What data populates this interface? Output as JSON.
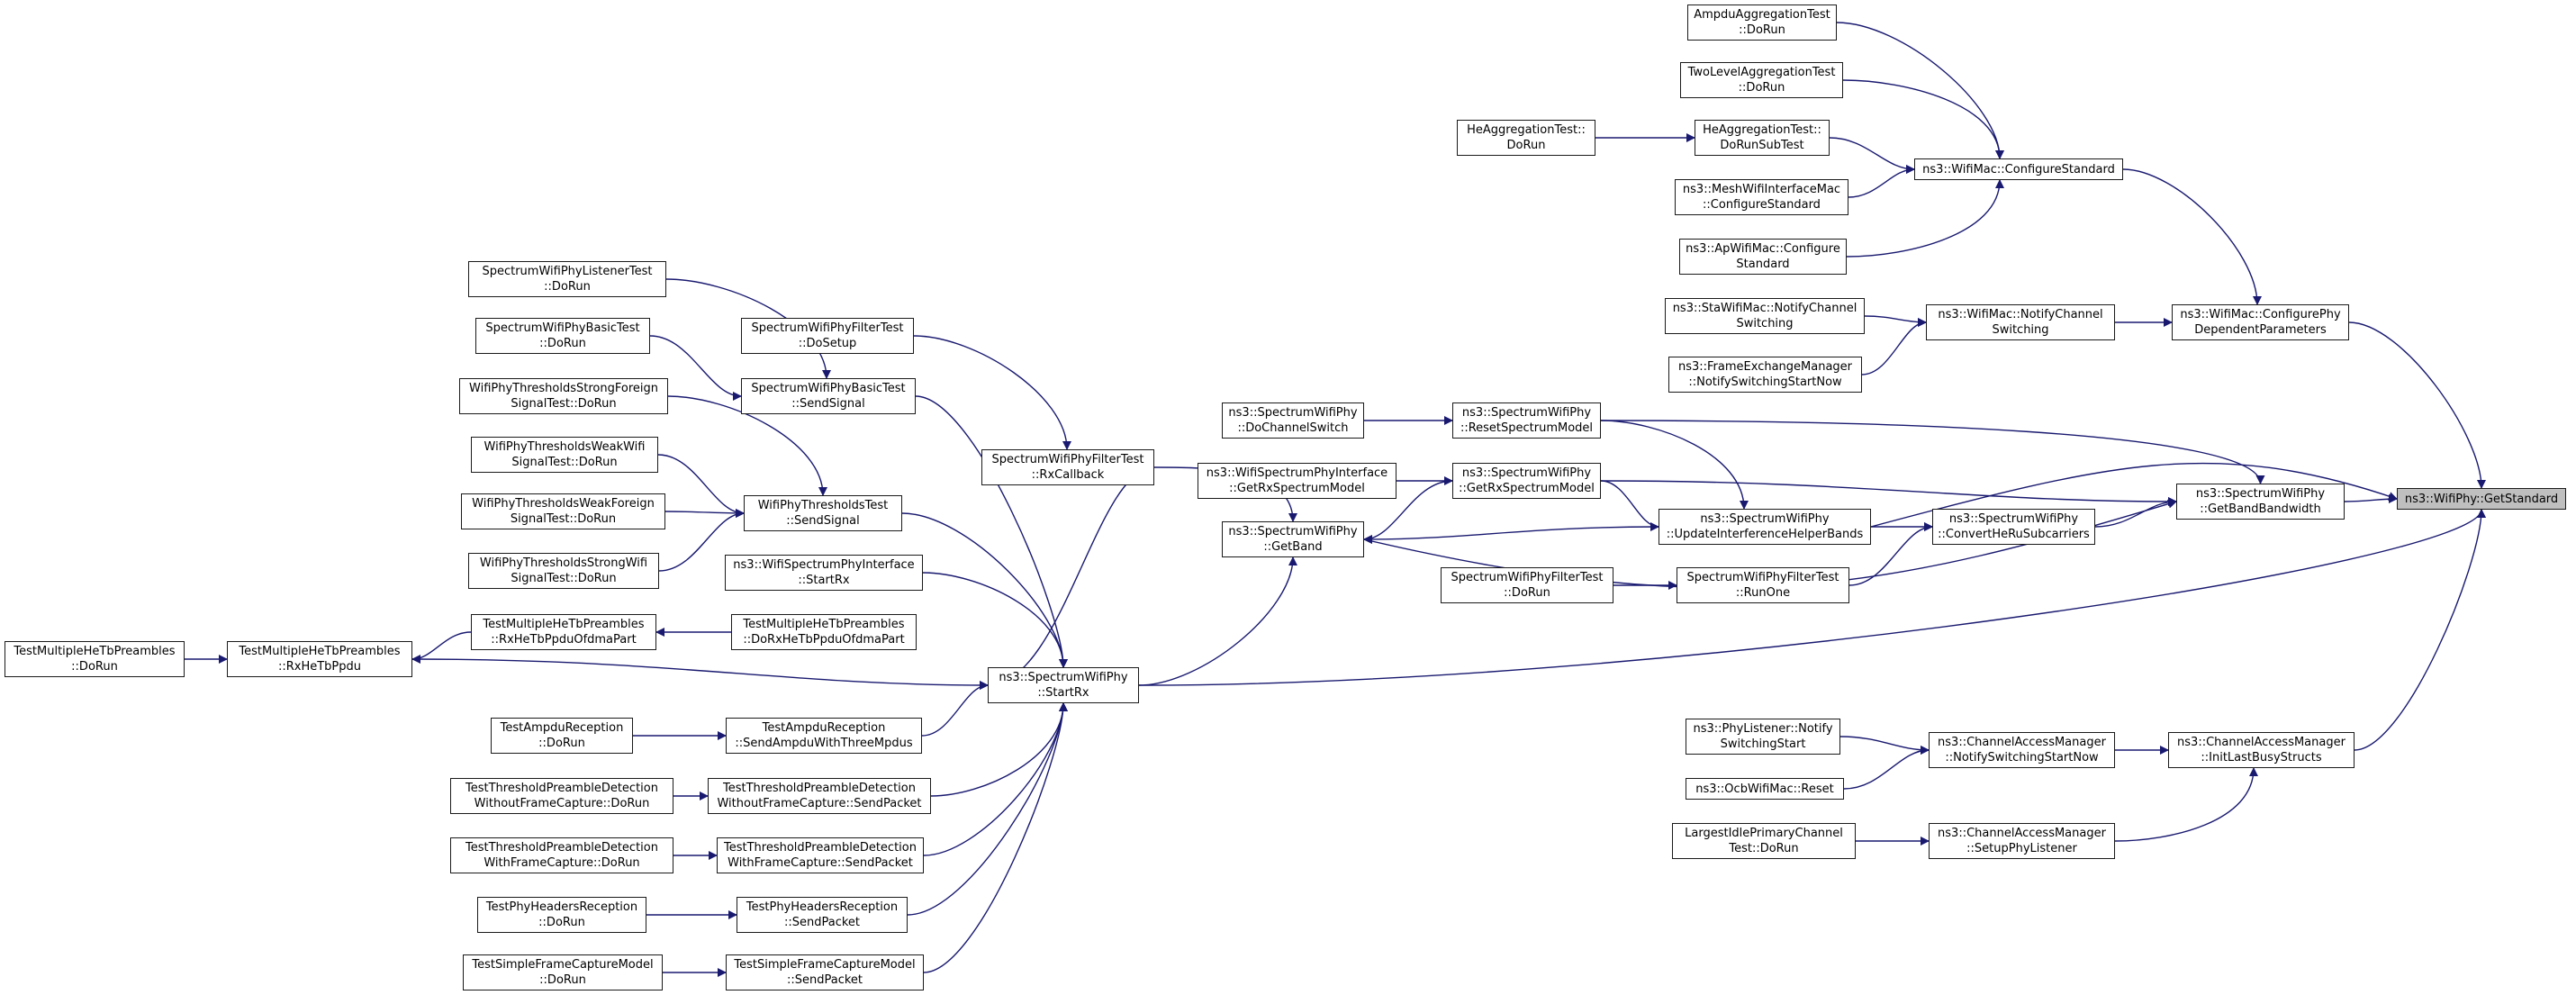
{
  "graph": {
    "root_id": "getstandard",
    "colors": {
      "edge": "#191970",
      "node_border": "#1a1a1a",
      "root_fill": "#bfbfbf",
      "node_fill": "#ffffff"
    },
    "nodes": [
      {
        "id": "getstandard",
        "lines": [
          "ns3::WifiPhy::GetStandard"
        ],
        "root": true
      },
      {
        "id": "ampdu_dorun",
        "lines": [
          "AmpduAggregationTest",
          "::DoRun"
        ]
      },
      {
        "id": "twolevel_dorun",
        "lines": [
          "TwoLevelAggregationTest",
          "::DoRun"
        ]
      },
      {
        "id": "heagg_dorun",
        "lines": [
          "HeAggregationTest::",
          "DoRun"
        ]
      },
      {
        "id": "heagg_dorunsub",
        "lines": [
          "HeAggregationTest::",
          "DoRunSubTest"
        ]
      },
      {
        "id": "mesh_configure",
        "lines": [
          "ns3::MeshWifiInterfaceMac",
          "::ConfigureStandard"
        ]
      },
      {
        "id": "ap_configure",
        "lines": [
          "ns3::ApWifiMac::Configure",
          "Standard"
        ]
      },
      {
        "id": "configurestandard",
        "lines": [
          "ns3::WifiMac::ConfigureStandard"
        ]
      },
      {
        "id": "sta_notify",
        "lines": [
          "ns3::StaWifiMac::NotifyChannel",
          "Switching"
        ]
      },
      {
        "id": "frameexch_notify",
        "lines": [
          "ns3::FrameExchangeManager",
          "::NotifySwitchingStartNow"
        ]
      },
      {
        "id": "mac_notify",
        "lines": [
          "ns3::WifiMac::NotifyChannel",
          "Switching"
        ]
      },
      {
        "id": "configurephy",
        "lines": [
          "ns3::WifiMac::ConfigurePhy",
          "DependentParameters"
        ]
      },
      {
        "id": "dochannelswitch",
        "lines": [
          "ns3::SpectrumWifiPhy",
          "::DoChannelSwitch"
        ]
      },
      {
        "id": "resetspectrum",
        "lines": [
          "ns3::SpectrumWifiPhy",
          "::ResetSpectrumModel"
        ]
      },
      {
        "id": "iface_getrx",
        "lines": [
          "ns3::WifiSpectrumPhyInterface",
          "::GetRxSpectrumModel"
        ]
      },
      {
        "id": "phy_getrx",
        "lines": [
          "ns3::SpectrumWifiPhy",
          "::GetRxSpectrumModel"
        ]
      },
      {
        "id": "updateinterf",
        "lines": [
          "ns3::SpectrumWifiPhy",
          "::UpdateInterferenceHelperBands"
        ]
      },
      {
        "id": "convertheru",
        "lines": [
          "ns3::SpectrumWifiPhy",
          "::ConvertHeRuSubcarriers"
        ]
      },
      {
        "id": "getbandwidth",
        "lines": [
          "ns3::SpectrumWifiPhy",
          "::GetBandBandwidth"
        ]
      },
      {
        "id": "getband",
        "lines": [
          "ns3::SpectrumWifiPhy",
          "::GetBand"
        ]
      },
      {
        "id": "filter_dorun",
        "lines": [
          "SpectrumWifiPhyFilterTest",
          "::DoRun"
        ]
      },
      {
        "id": "filter_runone",
        "lines": [
          "SpectrumWifiPhyFilterTest",
          "::RunOne"
        ]
      },
      {
        "id": "rxcallback",
        "lines": [
          "SpectrumWifiPhyFilterTest",
          "::RxCallback"
        ]
      },
      {
        "id": "filter_dosetup",
        "lines": [
          "SpectrumWifiPhyFilterTest",
          "::DoSetup"
        ]
      },
      {
        "id": "listener_dorun",
        "lines": [
          "SpectrumWifiPhyListenerTest",
          "::DoRun"
        ]
      },
      {
        "id": "basic_dorun",
        "lines": [
          "SpectrumWifiPhyBasicTest",
          "::DoRun"
        ]
      },
      {
        "id": "basic_sendsignal",
        "lines": [
          "SpectrumWifiPhyBasicTest",
          "::SendSignal"
        ]
      },
      {
        "id": "strongforeign",
        "lines": [
          "WifiPhyThresholdsStrongForeign",
          "SignalTest::DoRun"
        ]
      },
      {
        "id": "weakwifi",
        "lines": [
          "WifiPhyThresholdsWeakWifi",
          "SignalTest::DoRun"
        ]
      },
      {
        "id": "weakforeign",
        "lines": [
          "WifiPhyThresholdsWeakForeign",
          "SignalTest::DoRun"
        ]
      },
      {
        "id": "strongwifi",
        "lines": [
          "WifiPhyThresholdsStrongWifi",
          "SignalTest::DoRun"
        ]
      },
      {
        "id": "thresh_sendsignal",
        "lines": [
          "WifiPhyThresholdsTest",
          "::SendSignal"
        ]
      },
      {
        "id": "iface_startrx",
        "lines": [
          "ns3::WifiSpectrumPhyInterface",
          "::StartRx"
        ]
      },
      {
        "id": "multihe_ofdma",
        "lines": [
          "TestMultipleHeTbPreambles",
          "::RxHeTbPpduOfdmaPart"
        ]
      },
      {
        "id": "multihe_doofdma",
        "lines": [
          "TestMultipleHeTbPreambles",
          "::DoRxHeTbPpduOfdmaPart"
        ]
      },
      {
        "id": "multihe_dorun",
        "lines": [
          "TestMultipleHeTbPreambles",
          "::DoRun"
        ]
      },
      {
        "id": "multihe_rx",
        "lines": [
          "TestMultipleHeTbPreambles",
          "::RxHeTbPpdu"
        ]
      },
      {
        "id": "startrx",
        "lines": [
          "ns3::SpectrumWifiPhy",
          "::StartRx"
        ]
      },
      {
        "id": "ampdurecv_dorun",
        "lines": [
          "TestAmpduReception",
          "::DoRun"
        ]
      },
      {
        "id": "ampdurecv_send",
        "lines": [
          "TestAmpduReception",
          "::SendAmpduWithThreeMpdus"
        ]
      },
      {
        "id": "tpd_nocap_dorun",
        "lines": [
          "TestThresholdPreambleDetection",
          "WithoutFrameCapture::DoRun"
        ]
      },
      {
        "id": "tpd_nocap_send",
        "lines": [
          "TestThresholdPreambleDetection",
          "WithoutFrameCapture::SendPacket"
        ]
      },
      {
        "id": "tpd_cap_dorun",
        "lines": [
          "TestThresholdPreambleDetection",
          "WithFrameCapture::DoRun"
        ]
      },
      {
        "id": "tpd_cap_send",
        "lines": [
          "TestThresholdPreambleDetection",
          "WithFrameCapture::SendPacket"
        ]
      },
      {
        "id": "hdr_dorun",
        "lines": [
          "TestPhyHeadersReception",
          "::DoRun"
        ]
      },
      {
        "id": "hdr_send",
        "lines": [
          "TestPhyHeadersReception",
          "::SendPacket"
        ]
      },
      {
        "id": "sfc_dorun",
        "lines": [
          "TestSimpleFrameCaptureModel",
          "::DoRun"
        ]
      },
      {
        "id": "sfc_send",
        "lines": [
          "TestSimpleFrameCaptureModel",
          "::SendPacket"
        ]
      },
      {
        "id": "phylistener_notify",
        "lines": [
          "ns3::PhyListener::Notify",
          "SwitchingStart"
        ]
      },
      {
        "id": "ocb_reset",
        "lines": [
          "ns3::OcbWifiMac::Reset"
        ]
      },
      {
        "id": "cam_notify",
        "lines": [
          "ns3::ChannelAccessManager",
          "::NotifySwitchingStartNow"
        ]
      },
      {
        "id": "largestidle",
        "lines": [
          "LargestIdlePrimaryChannel",
          "Test::DoRun"
        ]
      },
      {
        "id": "cam_setup",
        "lines": [
          "ns3::ChannelAccessManager",
          "::SetupPhyListener"
        ]
      },
      {
        "id": "cam_init",
        "lines": [
          "ns3::ChannelAccessManager",
          "::InitLastBusyStructs"
        ]
      }
    ],
    "edges": [
      {
        "from": "ampdu_dorun",
        "to": "configurestandard"
      },
      {
        "from": "twolevel_dorun",
        "to": "configurestandard"
      },
      {
        "from": "heagg_dorun",
        "to": "heagg_dorunsub"
      },
      {
        "from": "heagg_dorunsub",
        "to": "configurestandard"
      },
      {
        "from": "mesh_configure",
        "to": "configurestandard"
      },
      {
        "from": "ap_configure",
        "to": "configurestandard"
      },
      {
        "from": "configurestandard",
        "to": "configurephy"
      },
      {
        "from": "sta_notify",
        "to": "mac_notify"
      },
      {
        "from": "frameexch_notify",
        "to": "mac_notify"
      },
      {
        "from": "mac_notify",
        "to": "configurephy"
      },
      {
        "from": "configurephy",
        "to": "getstandard"
      },
      {
        "from": "dochannelswitch",
        "to": "resetspectrum"
      },
      {
        "from": "resetspectrum",
        "to": "getbandwidth"
      },
      {
        "from": "resetspectrum",
        "to": "updateinterf"
      },
      {
        "from": "iface_getrx",
        "to": "phy_getrx"
      },
      {
        "from": "phy_getrx",
        "to": "getbandwidth"
      },
      {
        "from": "phy_getrx",
        "to": "updateinterf"
      },
      {
        "from": "phy_getrx",
        "to": "getband"
      },
      {
        "from": "updateinterf",
        "to": "getstandard"
      },
      {
        "from": "updateinterf",
        "to": "getband"
      },
      {
        "from": "updateinterf",
        "to": "convertheru"
      },
      {
        "from": "convertheru",
        "to": "getbandwidth"
      },
      {
        "from": "filter_runone",
        "to": "convertheru"
      },
      {
        "from": "filter_dorun",
        "to": "filter_runone"
      },
      {
        "from": "getband",
        "to": "getbandwidth"
      },
      {
        "from": "getbandwidth",
        "to": "getstandard"
      },
      {
        "from": "rxcallback",
        "to": "getband"
      },
      {
        "from": "filter_dosetup",
        "to": "rxcallback"
      },
      {
        "from": "startrx",
        "to": "rxcallback"
      },
      {
        "from": "startrx",
        "to": "getband"
      },
      {
        "from": "startrx",
        "to": "getstandard"
      },
      {
        "from": "listener_dorun",
        "to": "basic_sendsignal"
      },
      {
        "from": "basic_dorun",
        "to": "basic_sendsignal"
      },
      {
        "from": "basic_sendsignal",
        "to": "startrx"
      },
      {
        "from": "strongforeign",
        "to": "thresh_sendsignal"
      },
      {
        "from": "weakwifi",
        "to": "thresh_sendsignal"
      },
      {
        "from": "weakforeign",
        "to": "thresh_sendsignal"
      },
      {
        "from": "strongwifi",
        "to": "thresh_sendsignal"
      },
      {
        "from": "thresh_sendsignal",
        "to": "startrx"
      },
      {
        "from": "iface_startrx",
        "to": "startrx"
      },
      {
        "from": "multihe_doofdma",
        "to": "multihe_ofdma"
      },
      {
        "from": "multihe_dorun",
        "to": "multihe_rx"
      },
      {
        "from": "multihe_ofdma",
        "to": "multihe_rx"
      },
      {
        "from": "multihe_rx",
        "to": "startrx"
      },
      {
        "from": "ampdurecv_dorun",
        "to": "ampdurecv_send"
      },
      {
        "from": "ampdurecv_send",
        "to": "startrx"
      },
      {
        "from": "tpd_nocap_dorun",
        "to": "tpd_nocap_send"
      },
      {
        "from": "tpd_nocap_send",
        "to": "startrx"
      },
      {
        "from": "tpd_cap_dorun",
        "to": "tpd_cap_send"
      },
      {
        "from": "tpd_cap_send",
        "to": "startrx"
      },
      {
        "from": "hdr_dorun",
        "to": "hdr_send"
      },
      {
        "from": "hdr_send",
        "to": "startrx"
      },
      {
        "from": "sfc_dorun",
        "to": "sfc_send"
      },
      {
        "from": "sfc_send",
        "to": "startrx"
      },
      {
        "from": "phylistener_notify",
        "to": "cam_notify"
      },
      {
        "from": "ocb_reset",
        "to": "cam_notify"
      },
      {
        "from": "cam_notify",
        "to": "cam_init"
      },
      {
        "from": "largestidle",
        "to": "cam_setup"
      },
      {
        "from": "cam_setup",
        "to": "cam_init"
      },
      {
        "from": "cam_init",
        "to": "getstandard"
      }
    ]
  }
}
